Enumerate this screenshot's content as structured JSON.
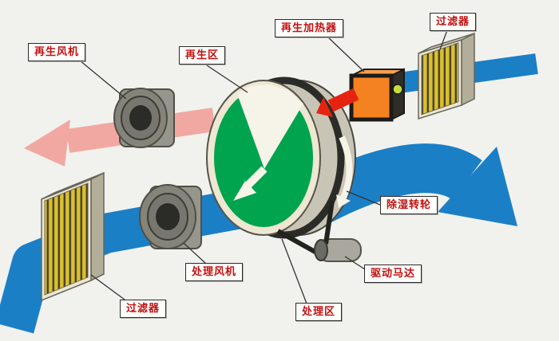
{
  "labels": {
    "regen_fan": "再生风机",
    "regen_zone": "再生区",
    "regen_heater": "再生加热器",
    "filter_top": "过滤器",
    "desiccant_wheel": "除湿转轮",
    "drive_motor": "驱动马达",
    "process_fan": "处理风机",
    "process_zone": "处理区",
    "filter_bottom": "过滤器"
  },
  "colors": {
    "process_air": "#1b7fc6",
    "hot_air": "#e62310",
    "moist_air": "#f2a8a2",
    "wheel_face": "#00a34e",
    "heater_body": "#f58220",
    "filter_media": "#ddbf2e",
    "label_text": "#c11212"
  }
}
